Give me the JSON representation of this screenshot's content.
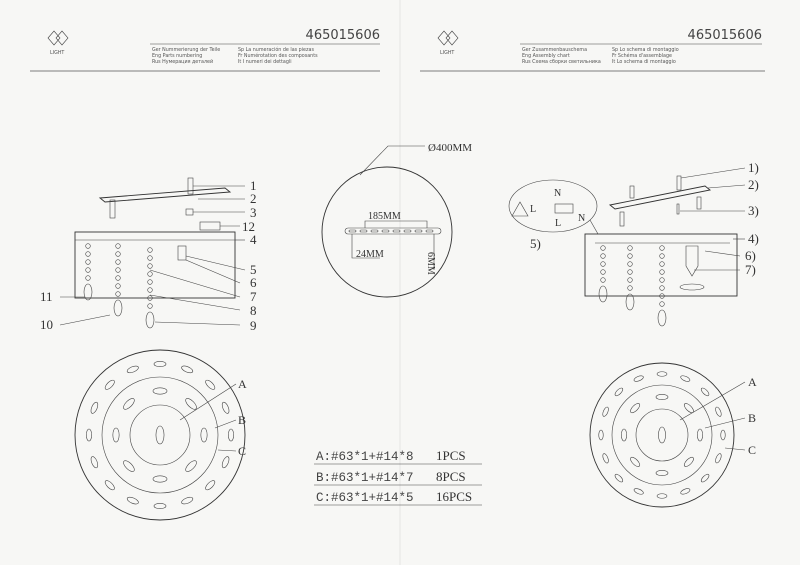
{
  "pages": [
    {
      "logo_text": "LIGHT",
      "code": "465015606",
      "captions": [
        "Ger Nummerierung der Teile",
        "Eng Parts numbering",
        "Rus Нумерация деталей",
        "Sp La numeración de las piezas",
        "Fr Numérotation des composants",
        "It I numeri dei dettagli"
      ],
      "part_labels": [
        "1",
        "2",
        "3",
        "12",
        "4",
        "5",
        "6",
        "7",
        "8",
        "9",
        "11",
        "10"
      ]
    },
    {
      "logo_text": "LIGHT",
      "code": "465015606",
      "captions": [
        "Ger Zusammenbauschema",
        "Eng Assembly chart",
        "Rus Схема сборки светильника",
        "Sp Lo schema di montaggio",
        "Fr Schéma d'assemblage",
        "It Lo schema di montaggio"
      ],
      "part_labels": [
        "1)",
        "2)",
        "3)",
        "4)",
        "6)",
        "7)",
        "5)"
      ],
      "wiring": {
        "l": "L",
        "n": "N"
      }
    }
  ],
  "dimensions": {
    "diameter": "Ø400MM",
    "spacing": "185MM",
    "offset": "24MM",
    "thickness": "6MM"
  },
  "ring_labels": [
    "A",
    "B",
    "C"
  ],
  "parts_table": [
    {
      "spec": "A:#63*1+#14*8",
      "qty": "1PCS"
    },
    {
      "spec": "B:#63*1+#14*7",
      "qty": "8PCS"
    },
    {
      "spec": "C:#63*1+#14*5",
      "qty": "16PCS"
    }
  ]
}
